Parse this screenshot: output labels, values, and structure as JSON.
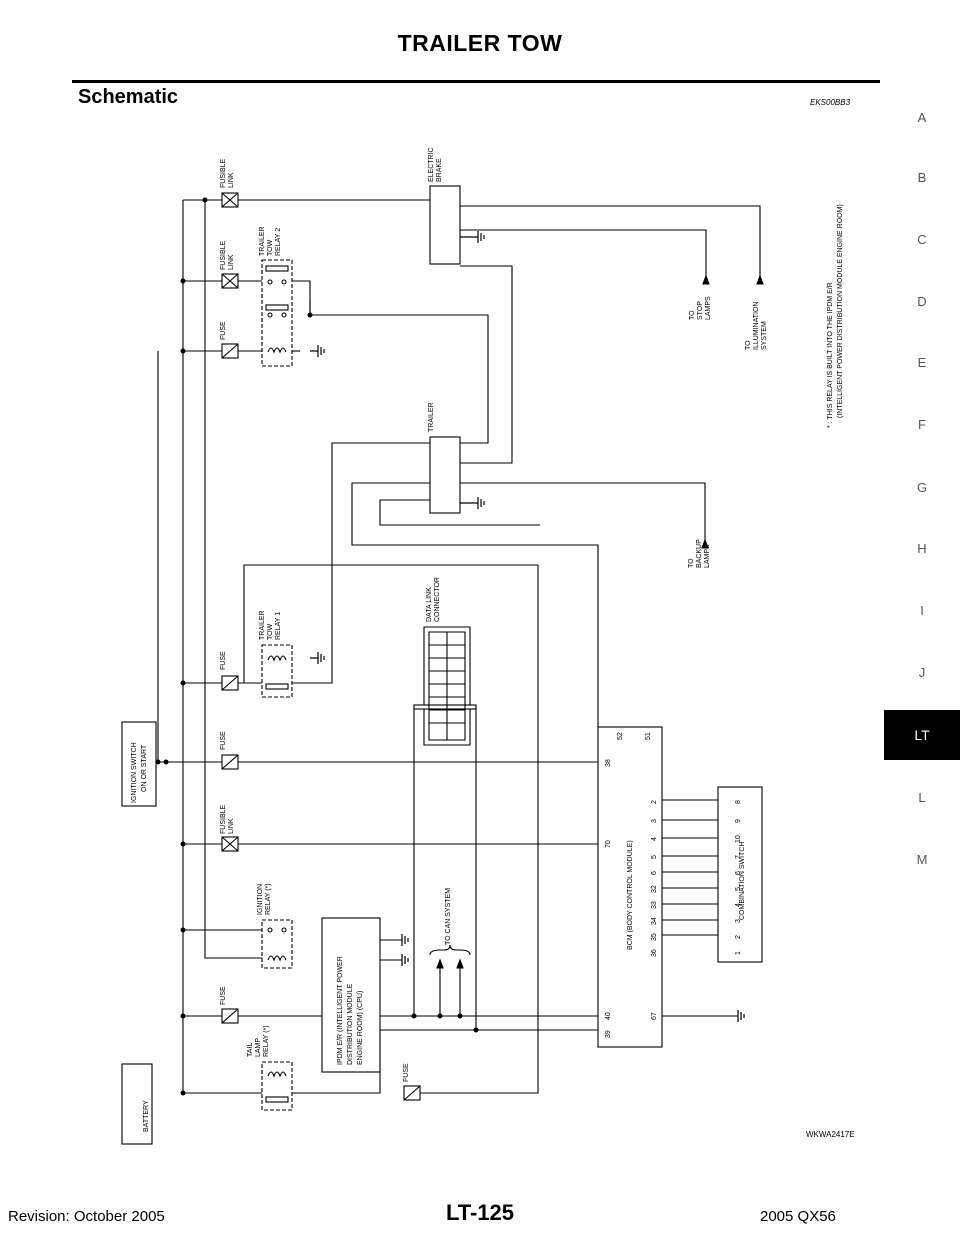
{
  "header": {
    "title": "TRAILER TOW"
  },
  "section": {
    "title": "Schematic",
    "ref_code": "EKS00BB3"
  },
  "side_index": [
    "A",
    "B",
    "C",
    "D",
    "E",
    "F",
    "G",
    "H",
    "I",
    "J",
    "LT",
    "L",
    "M"
  ],
  "side_index_active": "LT",
  "diagram": {
    "figure_code": "WKWA2417E",
    "labels": {
      "battery": "BATTERY",
      "ignition_switch": [
        "IGNITION SWITCH",
        "ON OR START"
      ],
      "ipdm": [
        "IPDM E/R (INTELLIGENT POWER",
        "DISTRIBUTION MODULE",
        "ENGINE ROOM) (CPU)"
      ],
      "tail_lamp_relay": [
        "TAIL",
        "LAMP",
        "RELAY (*)"
      ],
      "ignition_relay": [
        "IGNITION",
        "RELAY (*)"
      ],
      "trailer_tow_relay_1": [
        "TRAILER",
        "TOW",
        "RELAY 1"
      ],
      "trailer_tow_relay_2": [
        "TRAILER",
        "TOW",
        "RELAY 2"
      ],
      "fuse": "FUSE",
      "fusible_link": [
        "FUSIBLE",
        "LINK"
      ],
      "data_link_connector": [
        "DATA LINK",
        "CONNECTOR"
      ],
      "to_can_system": "TO CAN SYSTEM",
      "bcm": "BCM (BODY CONTROL MODULE)",
      "combination_switch": "COMBINATION SWITCH",
      "trailer": "TRAILER",
      "electric_brake": [
        "ELECTRIC",
        "BRAKE"
      ],
      "to_stop_lamps": [
        "TO",
        "STOP",
        "LAMPS"
      ],
      "to_illumination": [
        "TO",
        "ILLUMINATION",
        "SYSTEM"
      ],
      "to_backup_lamps": [
        "TO",
        "BACKUP",
        "LAMPS"
      ],
      "footnote": [
        "* : THIS RELAY IS BUILT INTO THE IPDM E/R",
        "(INTELLIGENT POWER DISTRIBUTION MODULE ENGINE ROOM)"
      ]
    },
    "bcm_pins_top": [
      "52",
      "38",
      "70",
      "40",
      "39"
    ],
    "bcm_pins_51": "51",
    "bcm_pins_67": "67",
    "bcm_pins_sw": [
      "2",
      "3",
      "4",
      "5",
      "6",
      "32",
      "33",
      "34",
      "35",
      "36"
    ],
    "combo_pins_a": [
      "8",
      "9",
      "10",
      "7",
      "6",
      "5",
      "4",
      "3",
      "2",
      "1"
    ]
  },
  "footer": {
    "revision": "Revision: October 2005",
    "page": "LT-125",
    "model": "2005 QX56"
  }
}
